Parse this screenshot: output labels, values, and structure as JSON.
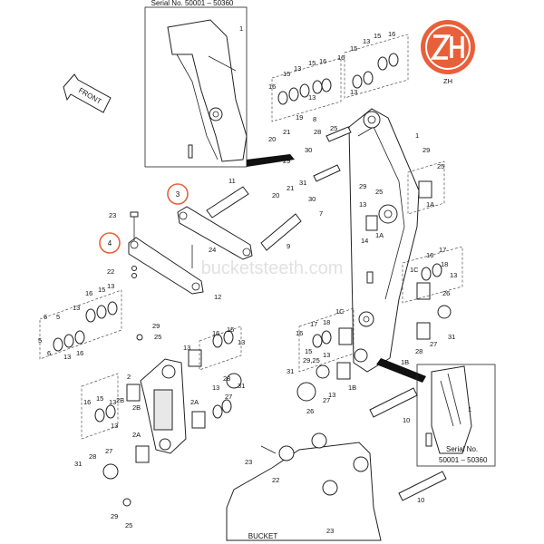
{
  "header": {
    "serial_top": "Serial No. 50001 – 50360",
    "serial_bottom_line1": "Serial No.",
    "serial_bottom_line2": "50001 – 50360"
  },
  "direction_label": "FRONT",
  "bucket_label": "BUCKET",
  "watermark": "bucketsteeth.com",
  "logo": {
    "text": "ZH",
    "color": "#e8603a"
  },
  "highlight_color": "#e8603a",
  "callouts": [
    "3",
    "4"
  ],
  "labels": [
    "1",
    "16",
    "15",
    "13",
    "16",
    "15",
    "13",
    "16",
    "15",
    "8",
    "19",
    "21",
    "20",
    "30",
    "29",
    "25",
    "31",
    "28",
    "28",
    "28",
    "27",
    "1",
    "29",
    "25",
    "1A",
    "29",
    "13",
    "14",
    "1A",
    "30",
    "13",
    "2A",
    "26",
    "1C",
    "18",
    "17",
    "16",
    "15",
    "13",
    "28",
    "27",
    "31",
    "22",
    "23",
    "10",
    "9",
    "11",
    "24",
    "20",
    "21",
    "2",
    "2B",
    "2B",
    "2A",
    "1B",
    "1C",
    "17",
    "18",
    "16",
    "15",
    "13",
    "13",
    "31",
    "28",
    "27",
    "26",
    "29",
    "25",
    "29",
    "25",
    "22",
    "23",
    "12",
    "10",
    "1",
    "29",
    "29",
    "25",
    "13",
    "14",
    "15",
    "16",
    "31",
    "13",
    "15",
    "6",
    "5",
    "13",
    "16",
    "5",
    "6"
  ]
}
